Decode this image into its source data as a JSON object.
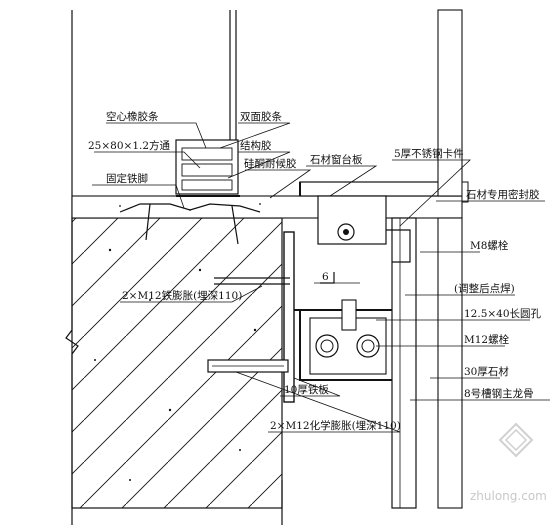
{
  "labels": {
    "hollow_rubber_strip": "空心橡胶条",
    "double_sided_tape": "双面胶条",
    "square_tube": "25×80×1.2方通",
    "structural_glue": "结构胶",
    "silicone_sealant": "硅酮耐候胶",
    "stone_sill": "石材窗台板",
    "ss_clip": "5厚不锈钢卡件",
    "fixed_iron_foot": "固定铁脚",
    "stone_sealant": "石材专用密封胶",
    "m8_bolt": "M8螺栓",
    "section_mark": "6",
    "expansion_bolt": "2×M12铁膨胀(埋深110)",
    "post_weld": "(调整后点焊)",
    "oblong_hole": "12.5×40长圆孔",
    "m12_bolt": "M12螺栓",
    "stone_thickness": "30厚石材",
    "iron_plate": "10厚铁板",
    "channel_keel": "8号槽钢主龙骨",
    "chemical_anchor": "2×M12化学膨胀(埋深110)"
  },
  "watermark": {
    "site": "zhulong.com"
  }
}
